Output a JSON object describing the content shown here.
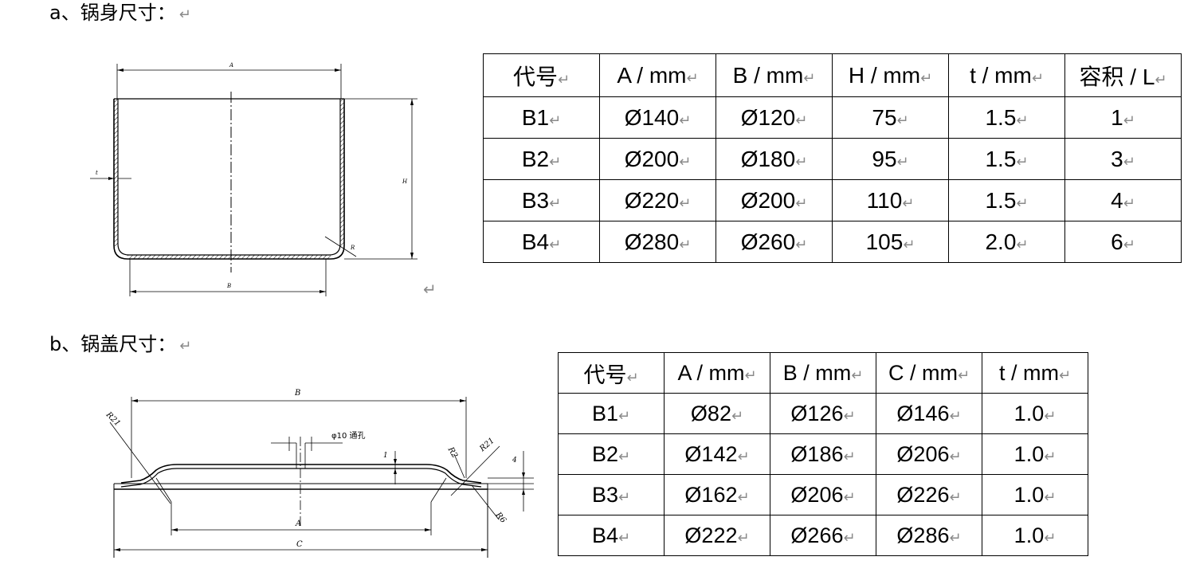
{
  "section_a": {
    "heading": "a、锅身尺寸：",
    "table": {
      "headers": [
        "代号",
        "A / mm",
        "B / mm",
        "H / mm",
        "t / mm",
        "容积  / L"
      ],
      "rows": [
        [
          "B1",
          "Ø140",
          "Ø120",
          "75",
          "1.5",
          "1"
        ],
        [
          "B2",
          "Ø200",
          "Ø180",
          "95",
          "1.5",
          "3"
        ],
        [
          "B3",
          "Ø220",
          "Ø200",
          "110",
          "1.5",
          "4"
        ],
        [
          "B4",
          "Ø280",
          "Ø260",
          "105",
          "2.0",
          "6"
        ]
      ]
    },
    "drawing_labels": {
      "A": "A",
      "B": "B",
      "H": "H",
      "t": "t",
      "R": "R"
    }
  },
  "section_b": {
    "heading": "b、锅盖尺寸：",
    "table": {
      "headers": [
        "代号",
        "A / mm",
        "B / mm",
        "C / mm",
        "t / mm"
      ],
      "rows": [
        [
          "B1",
          "Ø82",
          "Ø126",
          "Ø146",
          "1.0"
        ],
        [
          "B2",
          "Ø142",
          "Ø186",
          "Ø206",
          "1.0"
        ],
        [
          "B3",
          "Ø162",
          "Ø206",
          "Ø226",
          "1.0"
        ],
        [
          "B4",
          "Ø222",
          "Ø266",
          "Ø286",
          "1.0"
        ]
      ]
    },
    "drawing_labels": {
      "A": "A",
      "B": "B",
      "C": "C",
      "R21_left": "R21",
      "R21_right": "R21",
      "R2": "R2",
      "R6": "R6",
      "hole": "φ10 通孔",
      "one": "1",
      "four": "4"
    }
  },
  "paragraph_mark": "↵"
}
